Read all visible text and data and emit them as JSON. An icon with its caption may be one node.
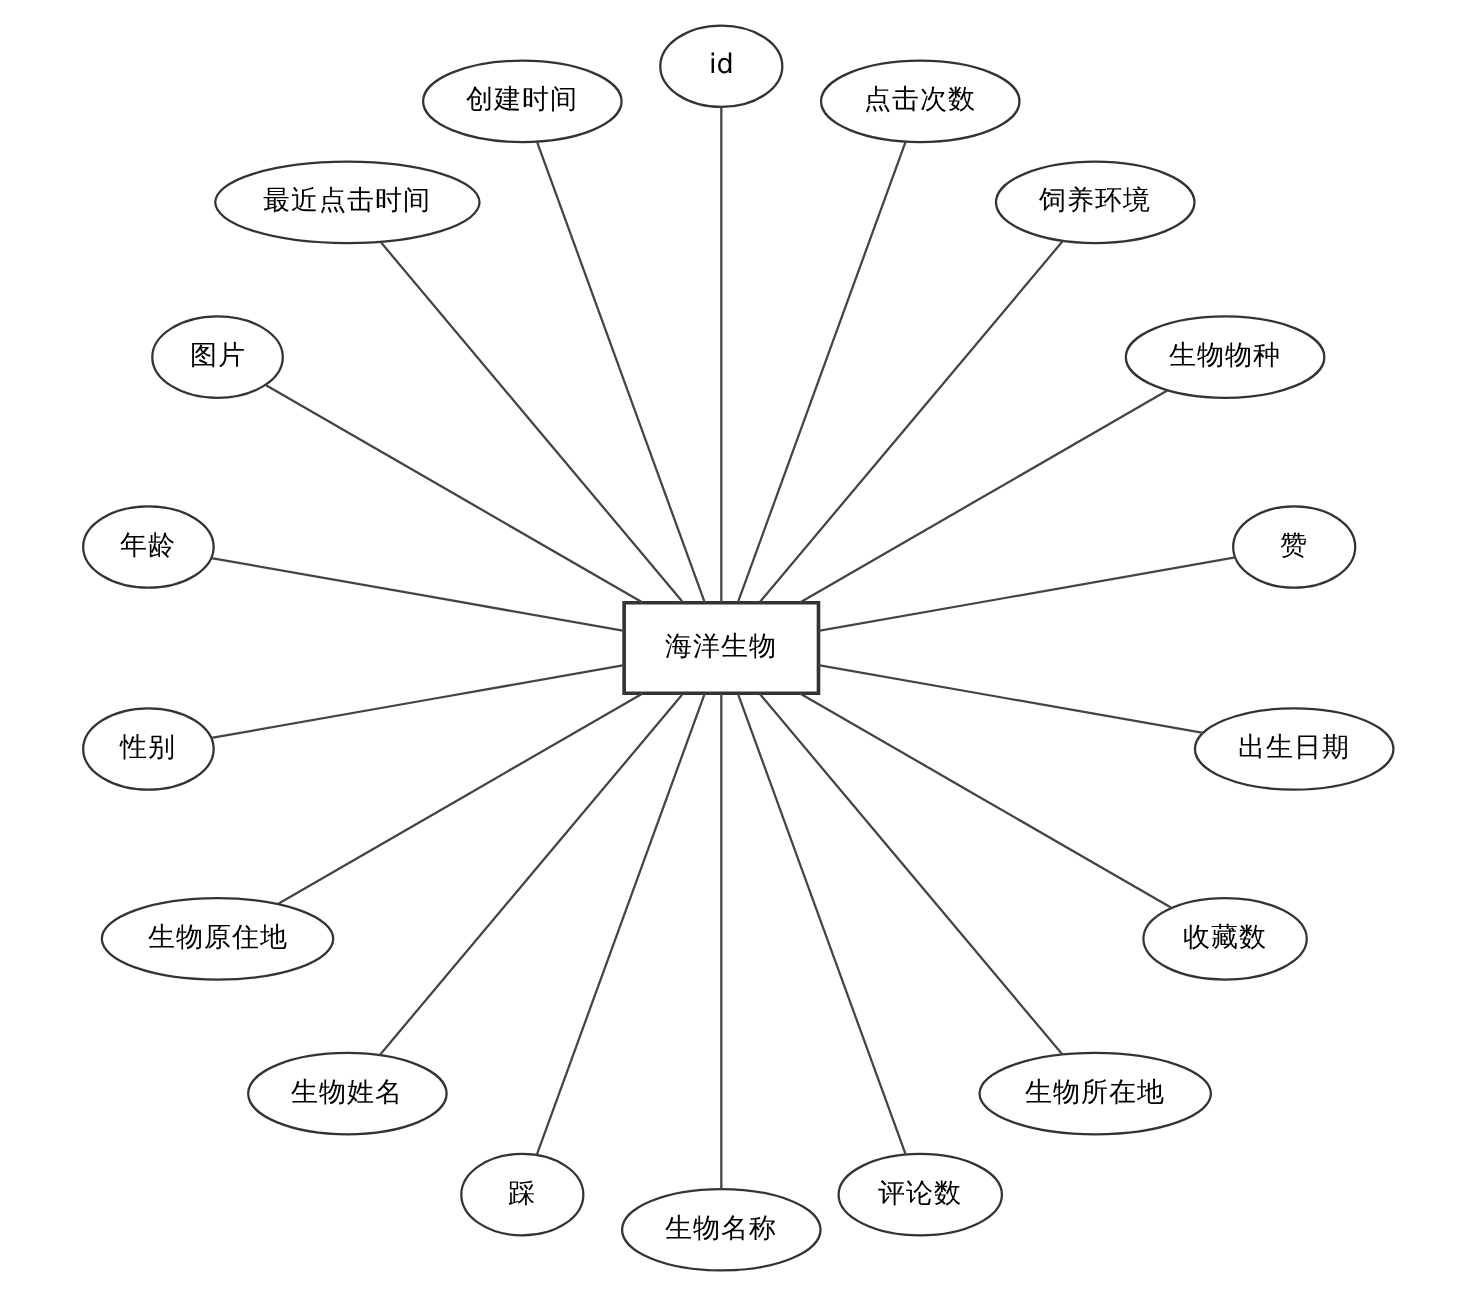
{
  "diagram": {
    "nodes": [
      {
        "text": [
          "海洋生物"
        ]
      },
      {
        "text": [
          "赞"
        ]
      },
      {
        "text": [
          "生物物种"
        ]
      },
      {
        "text": [
          "饲养环境"
        ]
      },
      {
        "text": [
          "点击次数"
        ]
      },
      {
        "text": [
          "id"
        ]
      },
      {
        "text": [
          "创建时间"
        ]
      },
      {
        "text": [
          "最近点击时间"
        ]
      },
      {
        "text": [
          "图片"
        ]
      },
      {
        "text": [
          "年龄"
        ]
      },
      {
        "text": [
          "性别"
        ]
      },
      {
        "text": [
          "生物原住地"
        ]
      },
      {
        "text": [
          "生物姓名"
        ]
      },
      {
        "text": [
          "踩"
        ]
      },
      {
        "text": [
          "生物名称"
        ]
      },
      {
        "text": [
          "评论数"
        ]
      },
      {
        "text": [
          "生物所在地"
        ]
      },
      {
        "text": [
          "收藏数"
        ]
      },
      {
        "text": [
          "出生日期"
        ]
      }
    ],
    "edges": [
      {
        "from": 0,
        "to": 1,
        "arrow": "none"
      },
      {
        "from": 0,
        "to": 2,
        "arrow": "none"
      },
      {
        "from": 0,
        "to": 3,
        "arrow": "none"
      },
      {
        "from": 0,
        "to": 4,
        "arrow": "none"
      },
      {
        "from": 0,
        "to": 5,
        "arrow": "none"
      },
      {
        "from": 0,
        "to": 6,
        "arrow": "none"
      },
      {
        "from": 0,
        "to": 7,
        "arrow": "none"
      },
      {
        "from": 0,
        "to": 8,
        "arrow": "none"
      },
      {
        "from": 0,
        "to": 9,
        "arrow": "none"
      },
      {
        "from": 0,
        "to": 10,
        "arrow": "none"
      },
      {
        "from": 0,
        "to": 11,
        "arrow": "none"
      },
      {
        "from": 0,
        "to": 12,
        "arrow": "none"
      },
      {
        "from": 0,
        "to": 13,
        "arrow": "none"
      },
      {
        "from": 0,
        "to": 14,
        "arrow": "none"
      },
      {
        "from": 0,
        "to": 15,
        "arrow": "none"
      },
      {
        "from": 0,
        "to": 16,
        "arrow": "none"
      },
      {
        "from": 0,
        "to": 17,
        "arrow": "none"
      },
      {
        "from": 0,
        "to": 18,
        "arrow": "none"
      }
    ]
  }
}
